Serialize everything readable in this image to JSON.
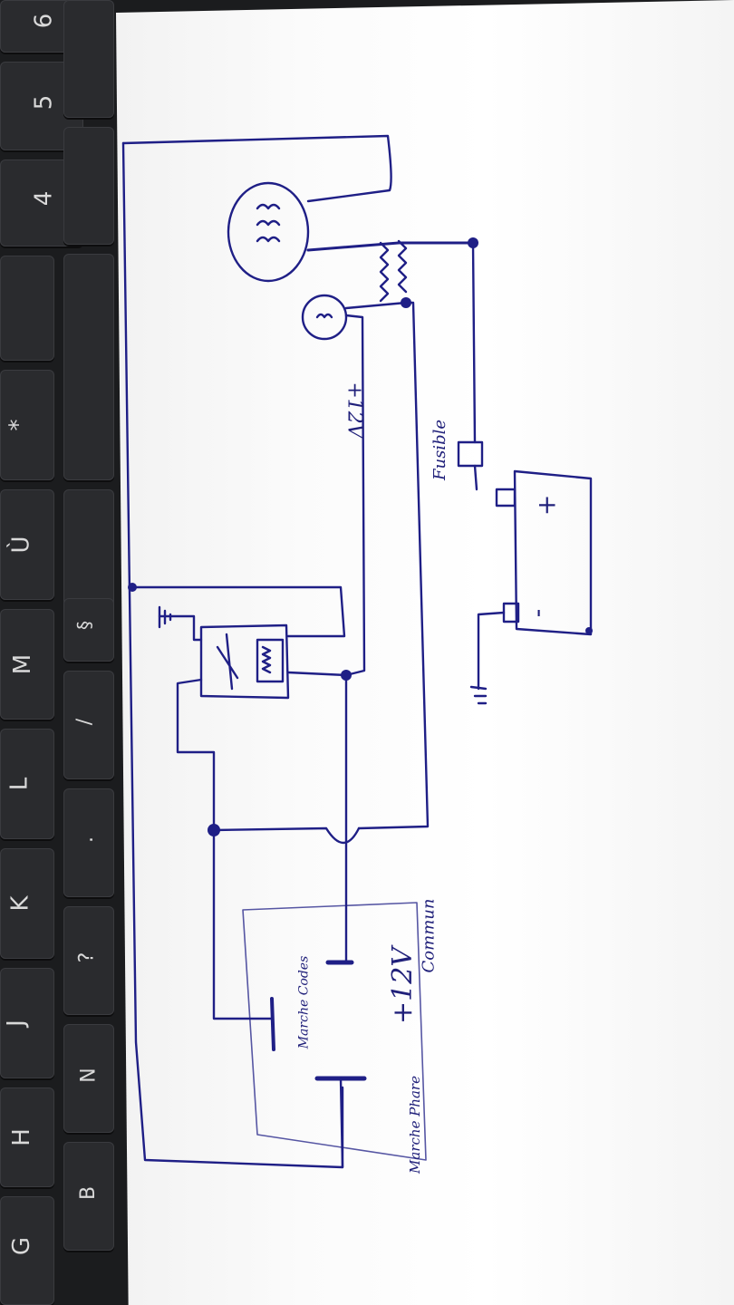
{
  "keyboard": {
    "keys": [
      "6",
      "5",
      "4",
      "*",
      "Ù",
      "M",
      "L",
      "K",
      "J",
      "H",
      "G",
      "§",
      "/",
      ".",
      "?",
      "N",
      "B"
    ]
  },
  "diagram": {
    "labels": {
      "supply_top": "+12V",
      "fuse": "Fusible",
      "battery_plus": "+",
      "battery_minus": "-",
      "switch_plus": "+12V",
      "switch_common": "Commun",
      "switch_low": "Marche Codes",
      "switch_high": "Marche Phare"
    }
  },
  "colors": {
    "ink": "#1f1f86",
    "paper": "#ffffff",
    "keyboard": "#1b1c1e"
  }
}
